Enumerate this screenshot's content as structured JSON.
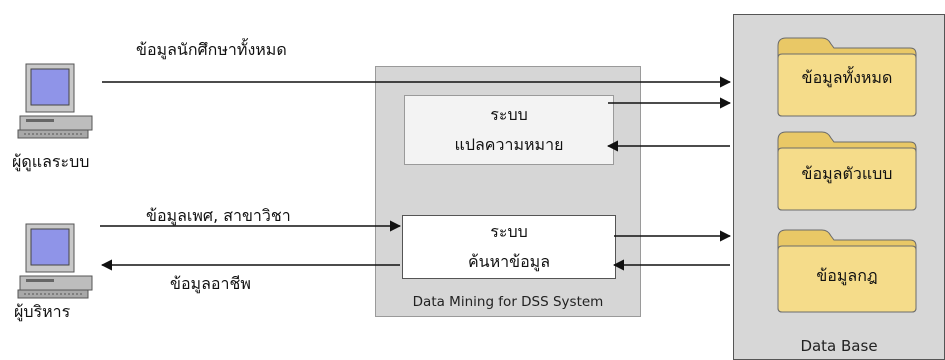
{
  "actors": {
    "admin": {
      "label": "ผู้ดูแลระบบ",
      "icon": "computer-icon"
    },
    "executive": {
      "label": "ผู้บริหาร",
      "icon": "computer-icon"
    }
  },
  "flows": {
    "all_student_data": "ข้อมูลนักศึกษาทั้งหมด",
    "gender_major_data": "ข้อมูลเพศ, สาขาวิชา",
    "occupation_data": "ข้อมูลอาชีพ"
  },
  "dss_system": {
    "caption": "Data Mining for DSS System",
    "interpret": {
      "line1": "ระบบ",
      "line2": "แปลความหมาย"
    },
    "search": {
      "line1": "ระบบ",
      "line2": "ค้นหาข้อมูล"
    }
  },
  "database": {
    "caption": "Data Base",
    "folders": [
      {
        "label": "ข้อมูลทั้งหมด",
        "icon": "folder-icon"
      },
      {
        "label": "ข้อมูลตัวแบบ",
        "icon": "folder-icon"
      },
      {
        "label": "ข้อมูลกฎ",
        "icon": "folder-icon"
      }
    ]
  },
  "colors": {
    "folder_fill": "#f5dc8a",
    "folder_stroke": "#6b6b6b",
    "screen": "#8f94e8",
    "computer_body": "#c9c9c9"
  }
}
